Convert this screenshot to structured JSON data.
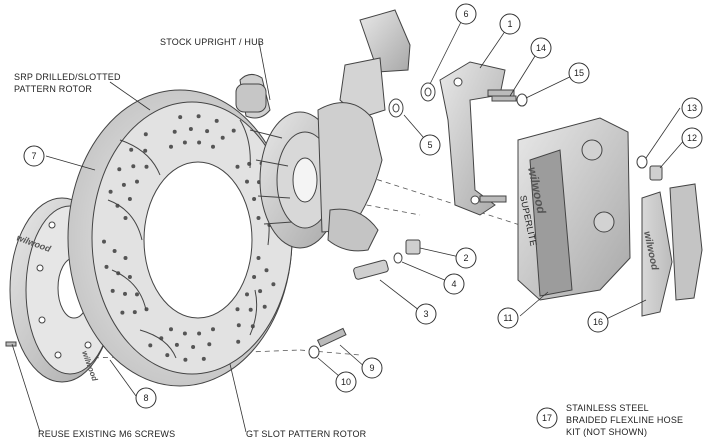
{
  "labels": {
    "stock_upright": "STOCK UPRIGHT / HUB",
    "srp_rotor_line1": "SRP DRILLED/SLOTTED",
    "srp_rotor_line2": "PATTERN ROTOR",
    "reuse_screws": "REUSE EXISTING M6 SCREWS",
    "gt_slot_rotor": "GT SLOT PATTERN ROTOR",
    "hose_kit_line1": "STAINLESS STEEL",
    "hose_kit_line2": "BRAIDED FLEXLINE HOSE",
    "hose_kit_line3": "KIT (NOT SHOWN)"
  },
  "callouts": {
    "c1": "1",
    "c2": "2",
    "c3": "3",
    "c4": "4",
    "c5": "5",
    "c6": "6",
    "c7": "7",
    "c8": "8",
    "c9": "9",
    "c10": "10",
    "c11": "11",
    "c12": "12",
    "c13": "13",
    "c14": "14",
    "c15": "15",
    "c16": "16",
    "c17": "17"
  },
  "branding": {
    "caliper_logo": "wilwood",
    "caliper_model": "SUPERLITE",
    "hat_logo": "wilwood",
    "pad_logo": "wilwood"
  },
  "colors": {
    "line": "#333333",
    "part_fill": "#dcdcdc",
    "part_dark": "#9a9a9a",
    "background": "#ffffff"
  }
}
